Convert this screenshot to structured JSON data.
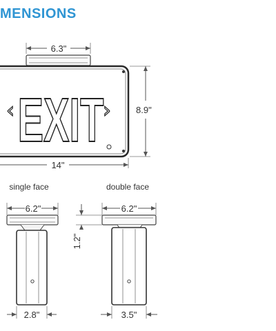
{
  "title": "MENSIONS",
  "sign": {
    "legend": "EXIT",
    "arrow_left": "‹",
    "arrow_right": "›"
  },
  "dimensions": {
    "canopy_width": "6.3\"",
    "height": "8.9\"",
    "width": "14\"",
    "single_face_top_width": "6.2\"",
    "double_face_top_width": "6.2\"",
    "stem_height": "1.2\"",
    "single_face_bottom_width": "2.8\"",
    "double_face_bottom_width": "3.5\""
  },
  "captions": {
    "single_face": "single face",
    "double_face": "double face"
  }
}
